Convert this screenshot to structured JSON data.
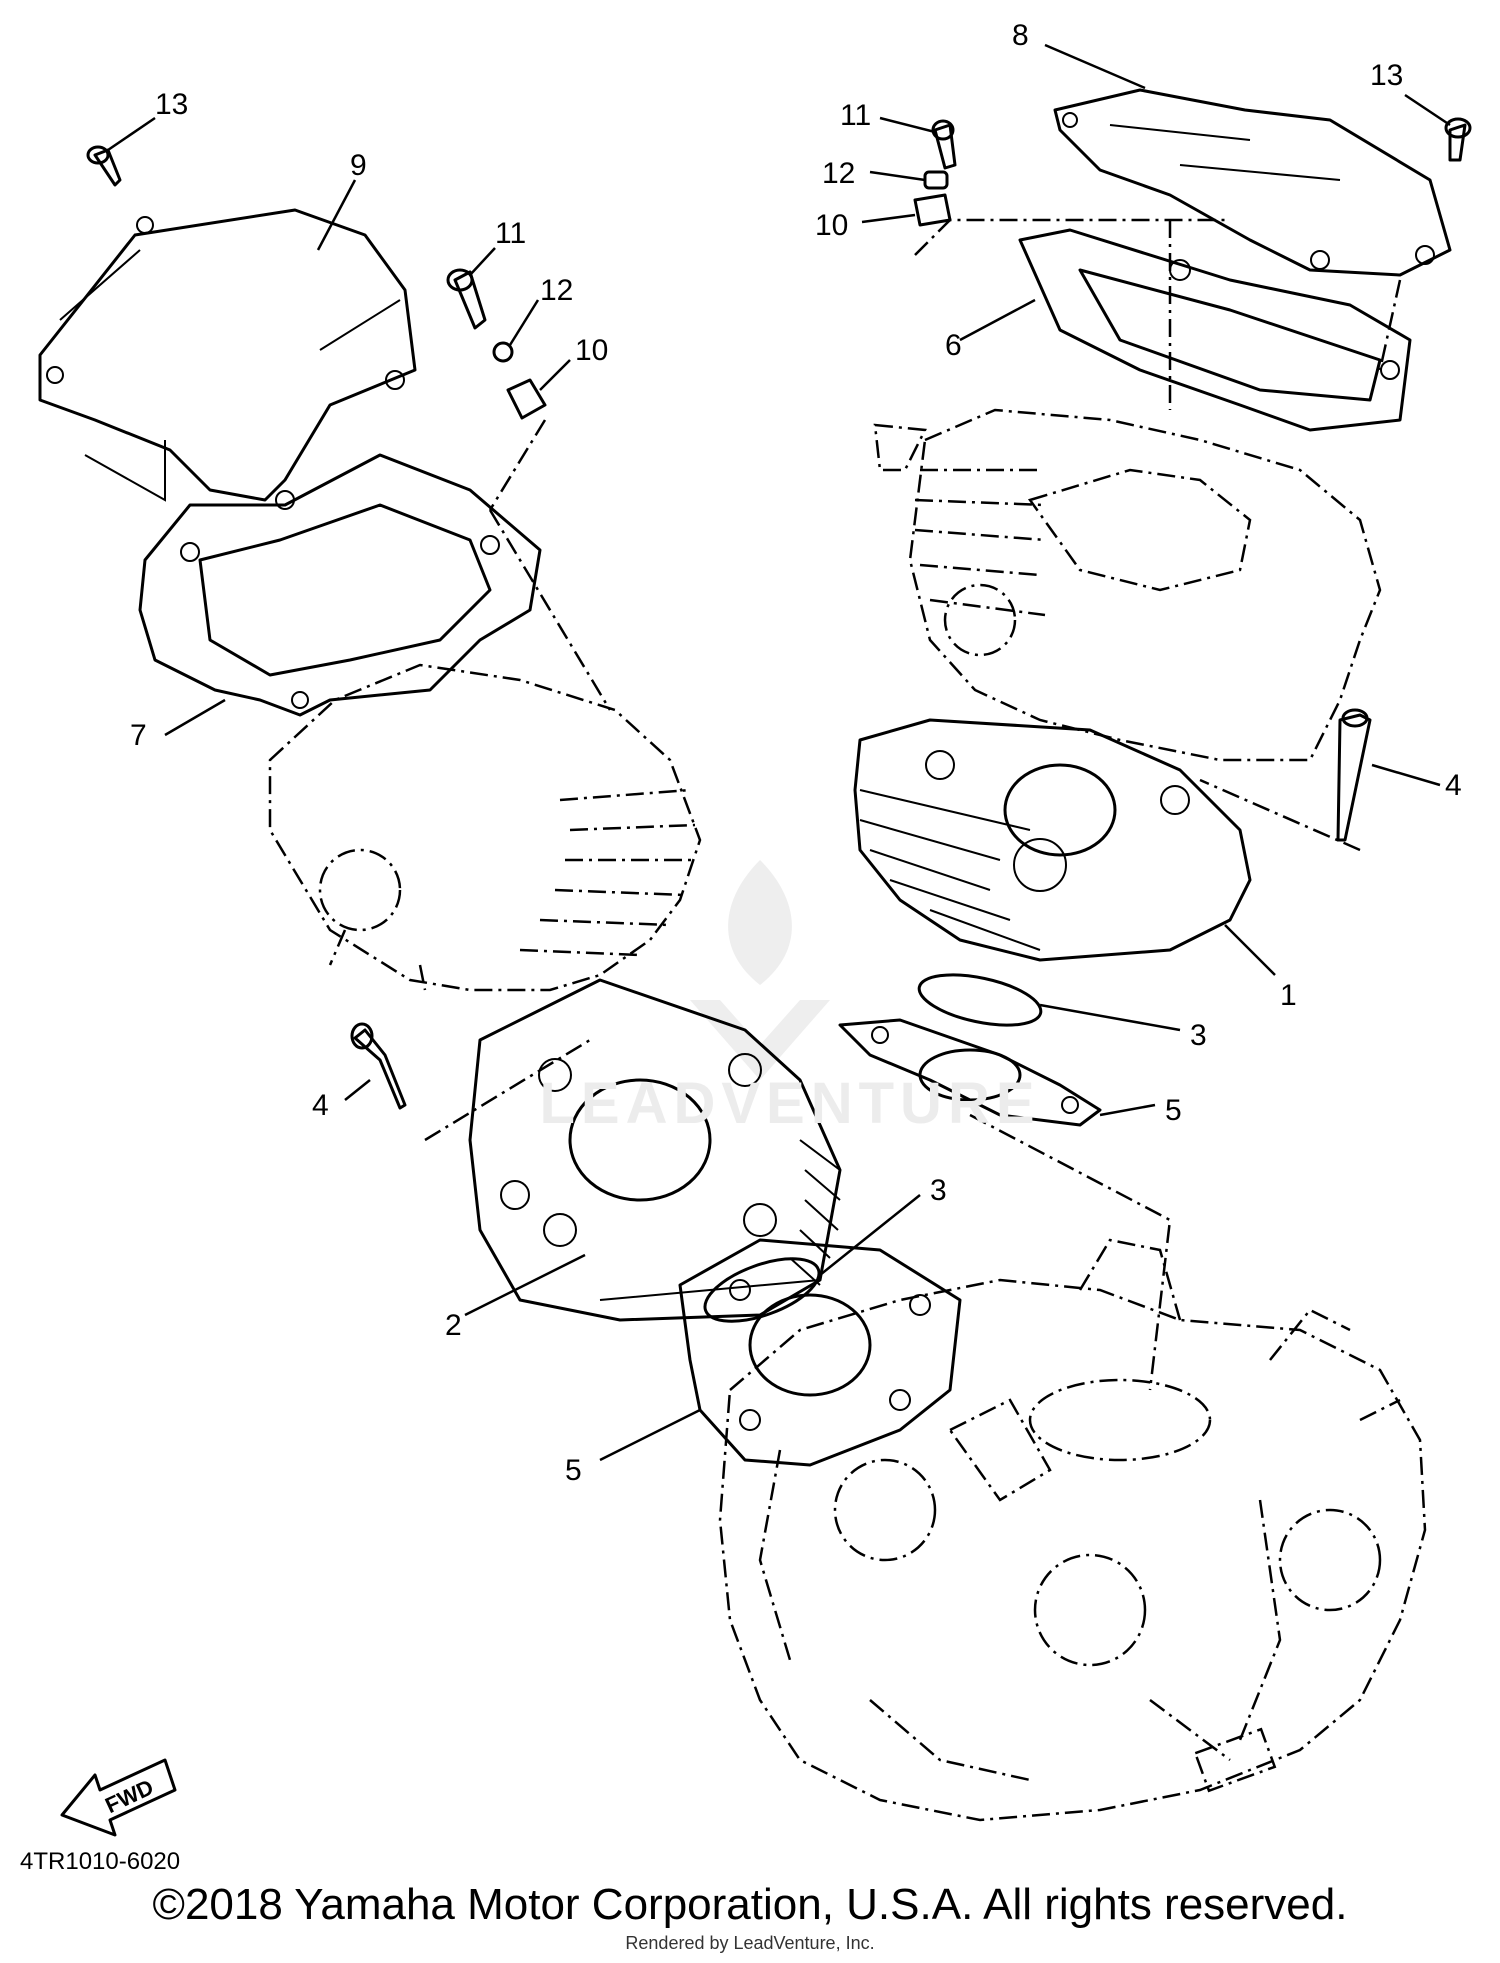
{
  "callouts": {
    "c13_left": "13",
    "c9": "9",
    "c11_left": "11",
    "c12_left": "12",
    "c10_left": "10",
    "c7": "7",
    "c4_left": "4",
    "c2": "2",
    "c3_lower": "3",
    "c5_lower": "5",
    "c8": "8",
    "c13_right": "13",
    "c11_right": "11",
    "c12_right": "12",
    "c10_right": "10",
    "c6": "6",
    "c4_right": "4",
    "c1": "1",
    "c3_upper": "3",
    "c5_upper": "5"
  },
  "fwd_label": "FWD",
  "watermark": "LEADVENTURE",
  "diagram_code": "4TR1010-6020",
  "copyright": "©2018 Yamaha Motor Corporation, U.S.A. All rights reserved.",
  "rendered_by": "Rendered by LeadVenture, Inc."
}
